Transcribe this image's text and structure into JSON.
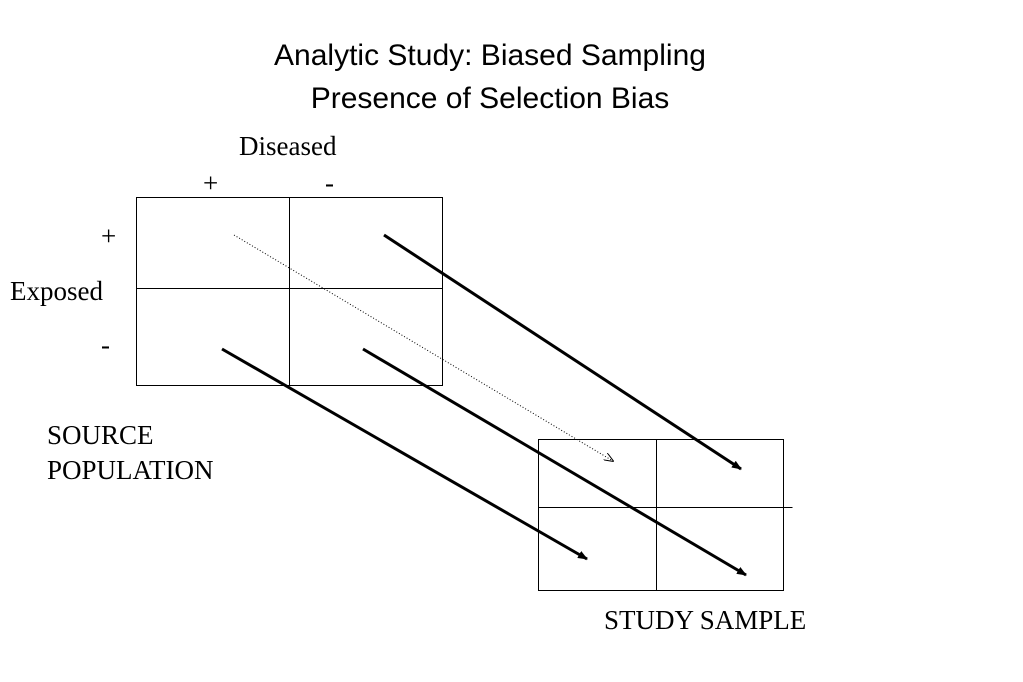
{
  "title": {
    "line1": "Analytic Study: Biased Sampling",
    "line2": "Presence of Selection Bias"
  },
  "source_table": {
    "column_header": "Diseased",
    "column_plus": "+",
    "column_minus": "-",
    "row_header": "Exposed",
    "row_plus": "+",
    "row_minus": "-",
    "caption_line1": "SOURCE",
    "caption_line2": "POPULATION"
  },
  "sample_table": {
    "caption": "STUDY SAMPLE"
  },
  "arrows": [
    {
      "from_cell": "exposed+/diseased+",
      "to_cell": "exposed+/diseased+",
      "style": "dotted"
    },
    {
      "from_cell": "exposed+/diseased-",
      "to_cell": "exposed+/diseased-",
      "style": "solid"
    },
    {
      "from_cell": "exposed-/diseased+",
      "to_cell": "exposed-/diseased+",
      "style": "solid"
    },
    {
      "from_cell": "exposed-/diseased-",
      "to_cell": "exposed-/diseased-",
      "style": "solid"
    }
  ]
}
